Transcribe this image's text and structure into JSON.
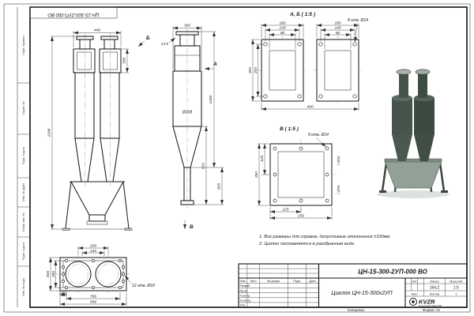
{
  "sheet": {
    "stamp_rotated": "ЦН-15-300-2УП-000 ВО",
    "margin": {
      "col1": "Перв. примен.",
      "col2": "Справ. №",
      "col3": "Подп. и дата",
      "col4": "Инв. № дубл.",
      "col5": "Взам. инв. №",
      "col6": "Подп. и дата",
      "col7": "Инв. № подл."
    },
    "copied": "Копировал",
    "format": "Формат А3"
  },
  "views": {
    "front": {
      "label_b": "Б",
      "dim_440": "440",
      "dim_2195": "2195",
      "dim_338": "338"
    },
    "side": {
      "label_a": "А",
      "label_v": "В",
      "dim_360": "360",
      "dim_145": "14.5",
      "dim_1340": "1340",
      "dia_308": "Ø308",
      "dim_810": "810",
      "dim_605": "605"
    },
    "flange_ab": {
      "title": "А, Б ( 1:5 )",
      "dim_180": "180",
      "dim_140": "140",
      "dim_80": "80",
      "note_holes": "8 отв. Ø14",
      "dim_300": "300",
      "dim_200": "200",
      "dim_400": "400"
    },
    "flange_v": {
      "title": "В ( 1:5 )",
      "note_holes": "8 отв. Ø14",
      "dim_250": "250",
      "dim_125": "125",
      "label_sq200": "□200"
    },
    "base": {
      "dim_200": "200",
      "dim_140": "140",
      "dim_506": "506",
      "dim_286": "286",
      "dim_46": "46",
      "dim_766": "766",
      "dim_946": "946",
      "note_holes": "12 отв. Ø18"
    }
  },
  "notes": {
    "line1": "1. Все размеры для справок, допустимые отклонения ±100мм.",
    "line2": "2. Циклон поставляется в разобранном виде."
  },
  "title_block": {
    "doc_number": "ЦН-15-300-2УП-000 ВО",
    "product_name": "Циклон ЦН-15-300х2УП",
    "col_izm": "Изм.",
    "col_list": "Лист",
    "col_docum": "№ докум.",
    "col_podp": "Подп.",
    "col_data": "Дата",
    "row_razrab": "Разраб.",
    "row_prov": "Пров.",
    "row_tkontr": "Т.контр.",
    "row_nkontr": "Н.контр.",
    "row_utv": "Утв.",
    "lit_label": "Лит.",
    "mass_label": "Масса",
    "scale_label": "Масштаб",
    "mass_value": "164,2",
    "scale_value": "1:5",
    "sheet_label": "Лист",
    "sheets_label": "Листов",
    "sheets_value": "1",
    "logo_text": "KVZR",
    "logo_sub": "Копыльский завод РЗФ"
  }
}
